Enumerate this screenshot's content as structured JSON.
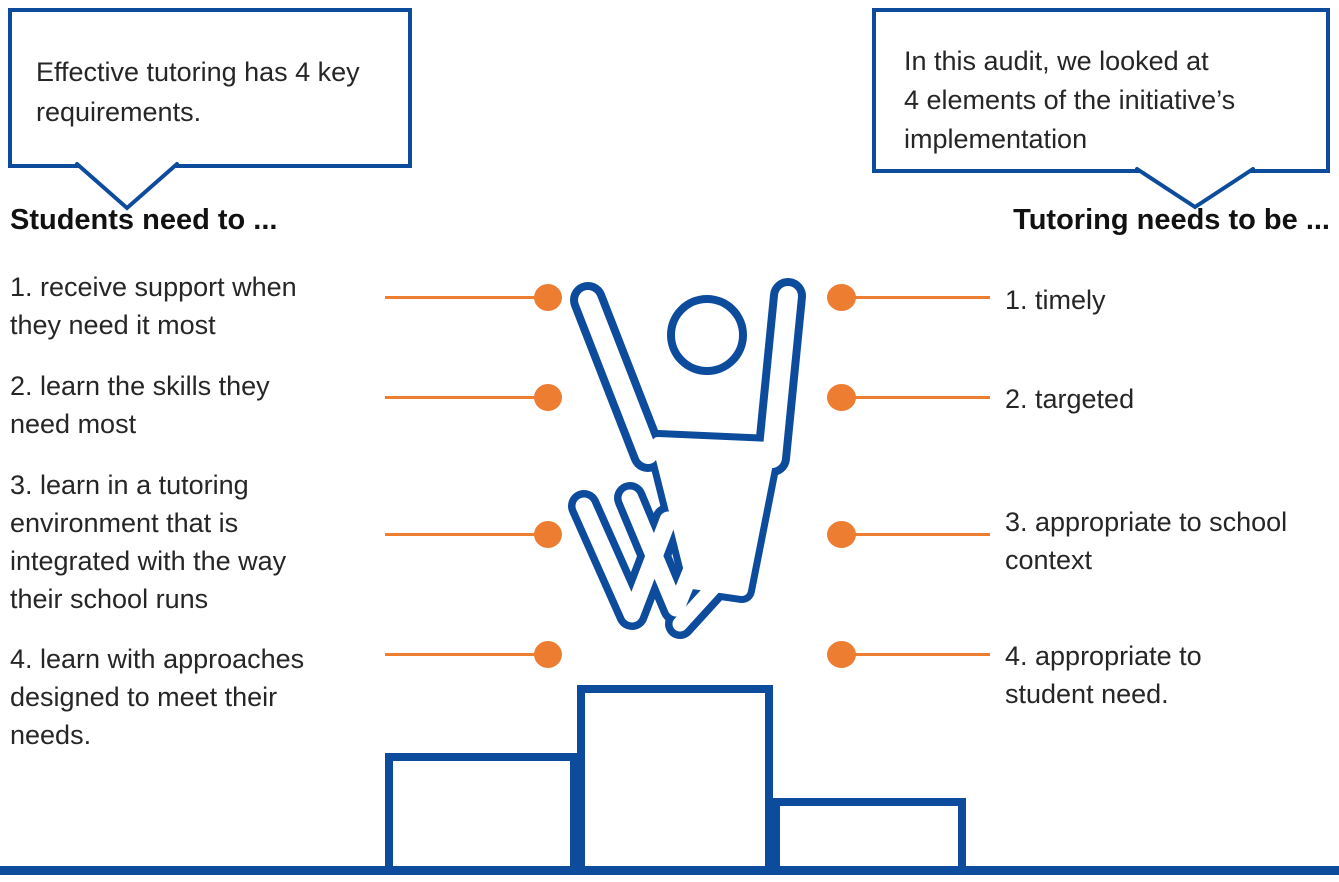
{
  "colors": {
    "blue": "#0D4B9C",
    "orange": "#ED7D31",
    "text": "#262626"
  },
  "callout_left": {
    "text": "Effective tutoring has 4 key\nrequirements."
  },
  "callout_right": {
    "text": "In this audit, we looked at\n4 elements of the initiative’s\nimplementation"
  },
  "left_column": {
    "heading": "Students need to ...",
    "items": [
      {
        "text": "1. receive support when\nthey need it most"
      },
      {
        "text": "2. learn the skills they\nneed most"
      },
      {
        "text": "3. learn in a tutoring\nenvironment that is\nintegrated with the way\ntheir school runs"
      },
      {
        "text": "4. learn with approaches\ndesigned to meet their\nneeds."
      }
    ]
  },
  "right_column": {
    "heading": "Tutoring needs to be ...",
    "items": [
      {
        "text": "1. timely"
      },
      {
        "text": "2. targeted"
      },
      {
        "text": "3. appropriate to school\ncontext"
      },
      {
        "text": "4. appropriate to\nstudent need."
      }
    ]
  },
  "figure": {
    "person_icon": "jumping-person-icon",
    "podium_icon": "winners-podium-icon"
  }
}
